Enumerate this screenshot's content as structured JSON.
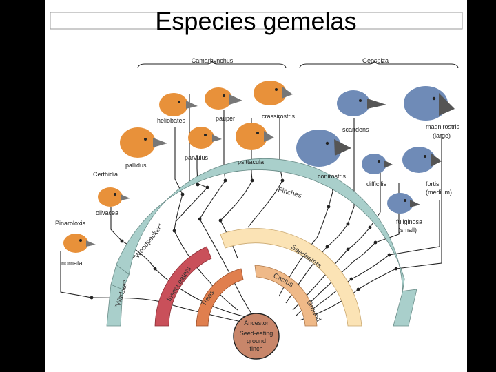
{
  "title": "Especies gemelas",
  "groups": {
    "left": "Camarhynchus",
    "right": "Geospiza"
  },
  "species": {
    "heliobates": "heliobates",
    "pauper": "pauper",
    "crassirostris": "crassirostris",
    "pallidus": "pallidus",
    "parvulus": "parvulus",
    "psittacula": "psittacula",
    "scandens": "scandens",
    "magnirostris": "magnirostris",
    "magnirostris_size": "(large)",
    "conirostris": "conirostris",
    "difficilis": "difficilis",
    "fortis": "fortis",
    "fortis_size": "(medium)",
    "fuliginosa": "fuliginosa",
    "fuliginosa_size": "(small)",
    "certhidia_genus": "Certhidia",
    "olivacea": "olivacea",
    "pinaroloxia_genus": "Pinaroloxia",
    "inornata": "inornata"
  },
  "branches": {
    "finches": "Finches",
    "woodpecker": "\"Woodpecker\"",
    "warbler": "\"Warbler\"",
    "insect_eaters": "Insect eaters",
    "trees": "Trees",
    "seedeaters": "Seedeaters",
    "cactus": "Cactus",
    "ground": "Ground"
  },
  "ancestor": {
    "line1": "Ancestor",
    "line2": "Seed-eating",
    "line3": "ground",
    "line4": "finch"
  },
  "colors": {
    "finch_arc": "#a9cfcb",
    "insect_arc": "#c9505a",
    "trees_arc": "#e07f4e",
    "seed_arc": "#fbe3b5",
    "cactus_arc": "#efb988",
    "ancestor": "#c8866a",
    "orange_bird": "#e8913a",
    "blue_bird": "#6f8bb7"
  }
}
